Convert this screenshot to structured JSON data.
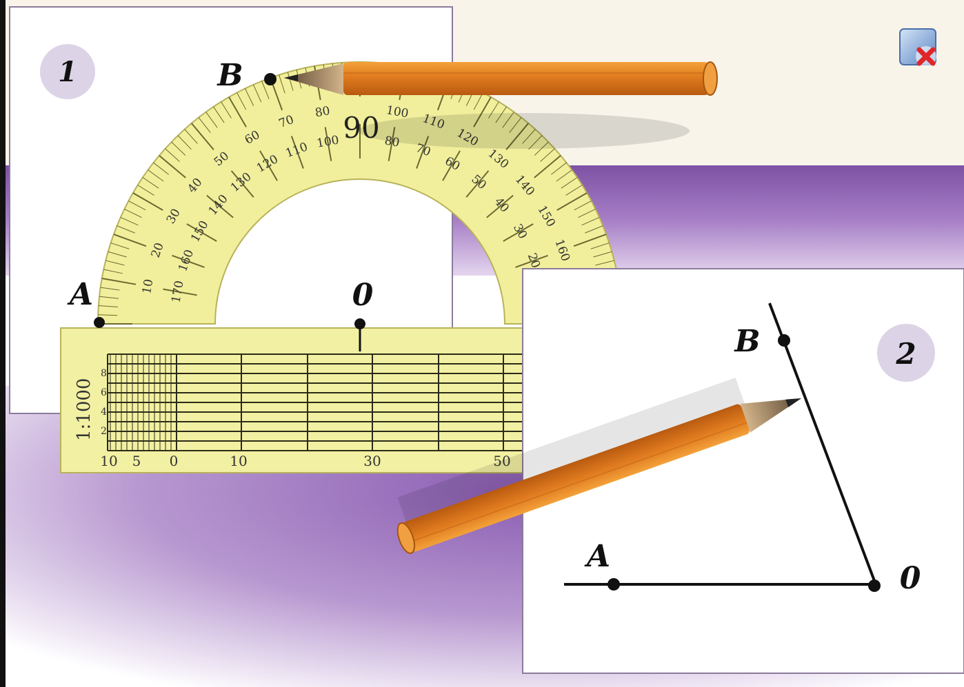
{
  "panel1": {
    "badge": "1",
    "labels": {
      "b": "B",
      "a": "A",
      "o": "0"
    },
    "protractor": {
      "top_mark": "90",
      "outer_scale": [
        "10",
        "20",
        "30",
        "40",
        "50",
        "60",
        "70",
        "80",
        "100",
        "110",
        "120",
        "130",
        "140",
        "150",
        "160",
        "170"
      ],
      "inner_scale": [
        "170",
        "160",
        "150",
        "140",
        "130",
        "120",
        "110",
        "100",
        "80",
        "70",
        "60",
        "50",
        "40",
        "30",
        "20",
        "10"
      ]
    },
    "ruler": {
      "scale_label": "1:1000",
      "vernier": [
        "8",
        "6",
        "4",
        "2"
      ],
      "ticks": [
        "10",
        "5",
        "0",
        "10",
        "30",
        "50"
      ]
    }
  },
  "panel2": {
    "badge": "2",
    "labels": {
      "b": "B",
      "a": "A",
      "o": "0"
    }
  },
  "colors": {
    "background_cream": "#f8f4ea",
    "purple": "#9e73bd",
    "protractor_yellow": "#f1ef9c",
    "pencil_orange": "#e07b1f",
    "badge_lilac": "#dcd3e6"
  },
  "close_icon": "close-x-icon"
}
